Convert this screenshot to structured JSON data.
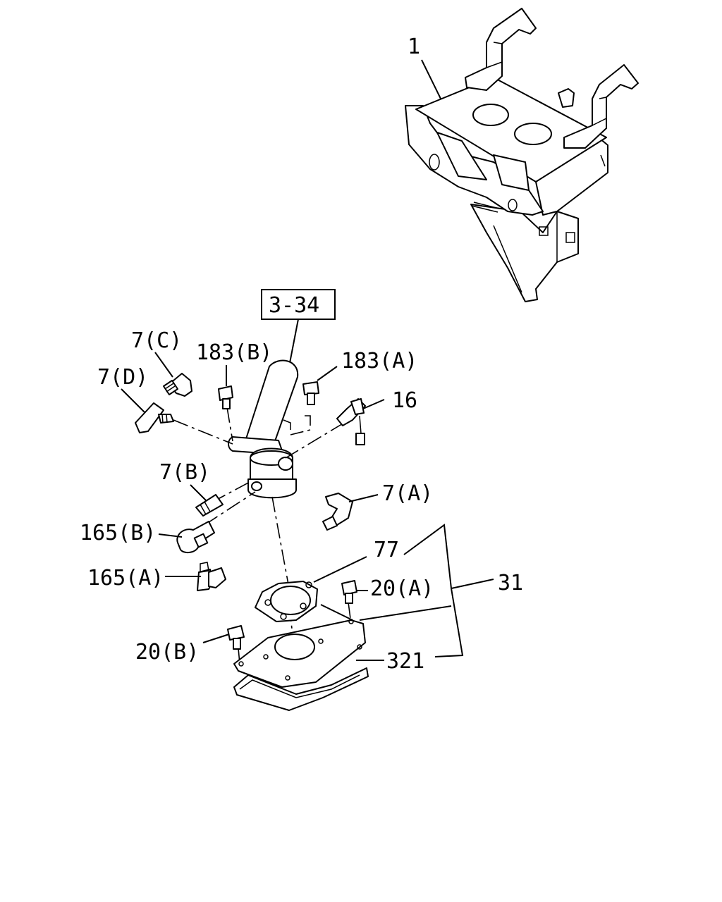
{
  "diagram": {
    "reference_box": "3-34",
    "labels": {
      "bracket": "1",
      "fitting_7c": "7(C)",
      "fitting_7d": "7(D)",
      "bolt_183b": "183(B)",
      "bolt_183a": "183(A)",
      "switch_16": "16",
      "fitting_7b": "7(B)",
      "fitting_7a": "7(A)",
      "fitting_165b": "165(B)",
      "fitting_165a": "165(A)",
      "plate_77": "77",
      "bolt_20a": "20(A)",
      "assembly_31": "31",
      "bolt_20b": "20(B)",
      "gasket_321": "321"
    }
  }
}
